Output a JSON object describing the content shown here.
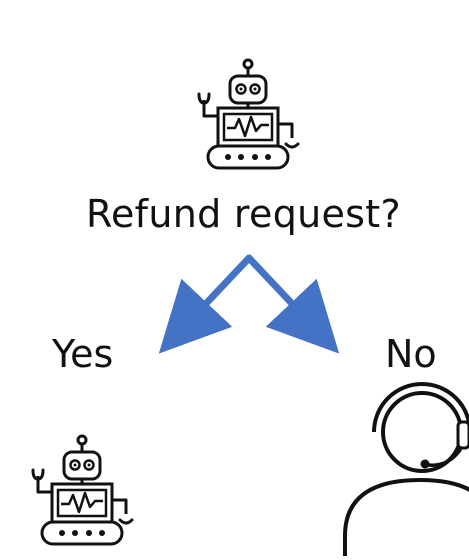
{
  "question": "Refund request?",
  "branches": {
    "yes_label": "Yes",
    "no_label": "No"
  },
  "icons": {
    "top": "robot-icon",
    "yes": "robot-icon",
    "no": "agent-headset-icon"
  },
  "colors": {
    "arrow": "#4472C4",
    "icon_stroke": "#111111"
  }
}
